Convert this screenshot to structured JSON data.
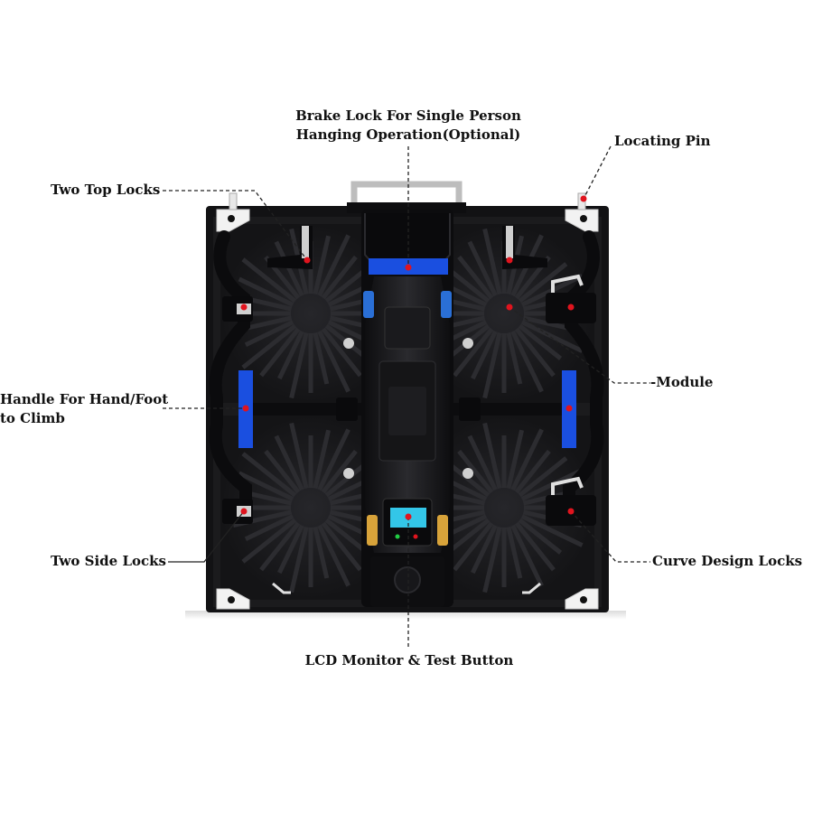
{
  "colors": {
    "panel": "#1b1b1d",
    "panel_dark": "#0c0c0e",
    "module_ray": "#2c2c30",
    "accent_blue": "#1a4fe0",
    "marker_red": "#e0141e",
    "lcd_cyan": "#33c6e8",
    "brass": "#d8a33a",
    "bracket_white": "#f2f2f2",
    "leader": "#222222",
    "led_green": "#22cc44"
  },
  "icons": {
    "marker": "red-dot-icon",
    "leader": "dashed-leader-line"
  },
  "callouts": {
    "brake_lock": {
      "line1": "Brake Lock For Single Person",
      "line2": "Hanging Operation(Optional)"
    },
    "locating_pin": {
      "text": "Locating Pin"
    },
    "two_top_locks": {
      "text": "Two Top Locks"
    },
    "handle": {
      "line1": "Handle For Hand/Foot",
      "line2": "to Climb"
    },
    "module": {
      "text": "-Module"
    },
    "two_side_locks": {
      "text": "Two Side Locks"
    },
    "curve_design_locks": {
      "text": "Curve Design Locks"
    },
    "lcd_monitor": {
      "text": "LCD Monitor & Test Button"
    }
  }
}
